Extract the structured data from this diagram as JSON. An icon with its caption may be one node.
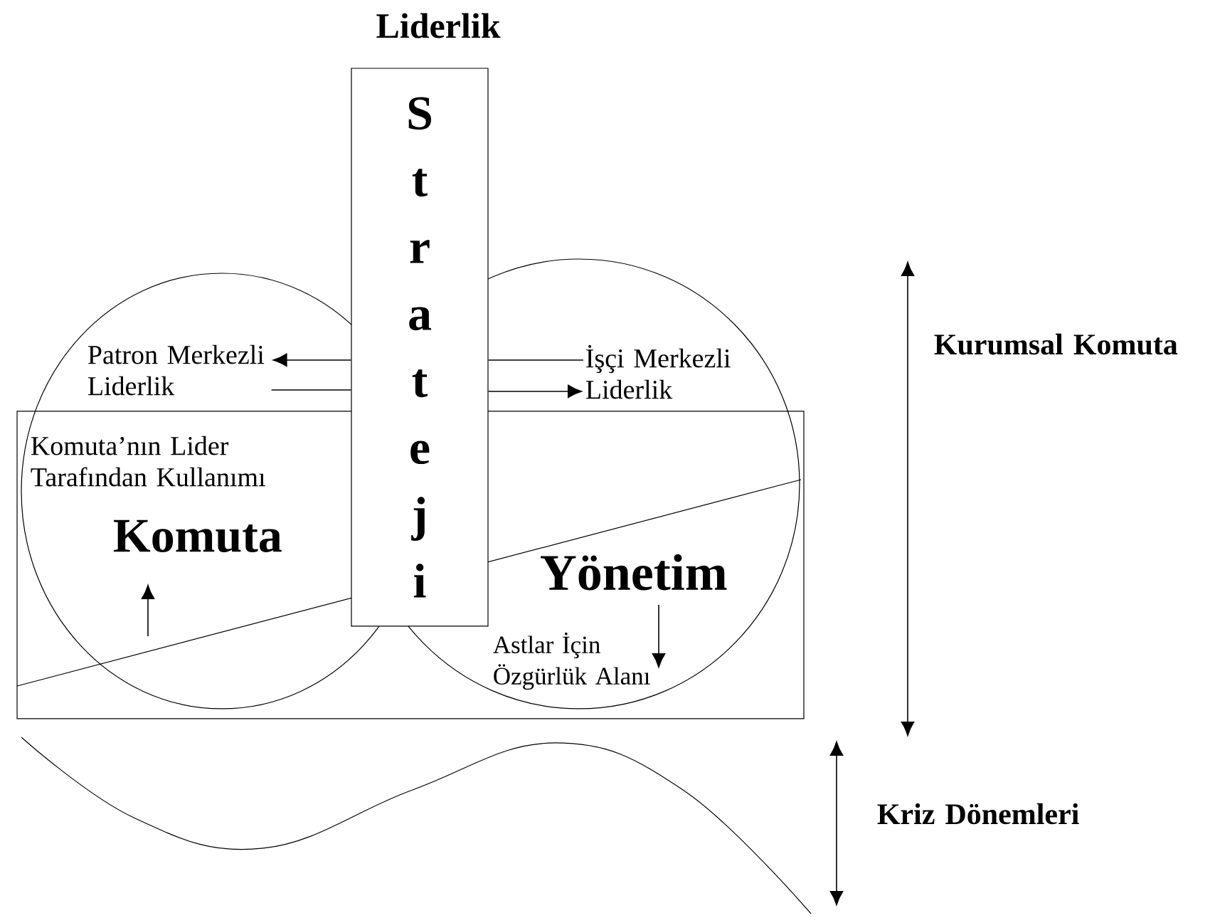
{
  "diagram": {
    "title": "Liderlik",
    "nodes": [
      {
        "text": [
          "S t r a t e j i"
        ]
      },
      {
        "text": [
          "Patron Merkezli Liderlik"
        ]
      },
      {
        "text": [
          "İşçi Merkezli Liderlik"
        ]
      }
    ],
    "edges": [
      {
        "from": 0,
        "to": 1,
        "arrow": "to"
      },
      {
        "from": 1,
        "to": 0,
        "arrow": "none"
      },
      {
        "from": 0,
        "to": 2,
        "arrow": "none"
      },
      {
        "from": 0,
        "to": 2,
        "arrow": "to"
      }
    ],
    "labels": [
      "Komuta’nın Lider Tarafından Kullanımı",
      "Komuta",
      "Yönetim",
      "Astlar İçin Özgürlük Alanı",
      "Kurumsal Komuta",
      "Kriz Dönemleri"
    ]
  }
}
